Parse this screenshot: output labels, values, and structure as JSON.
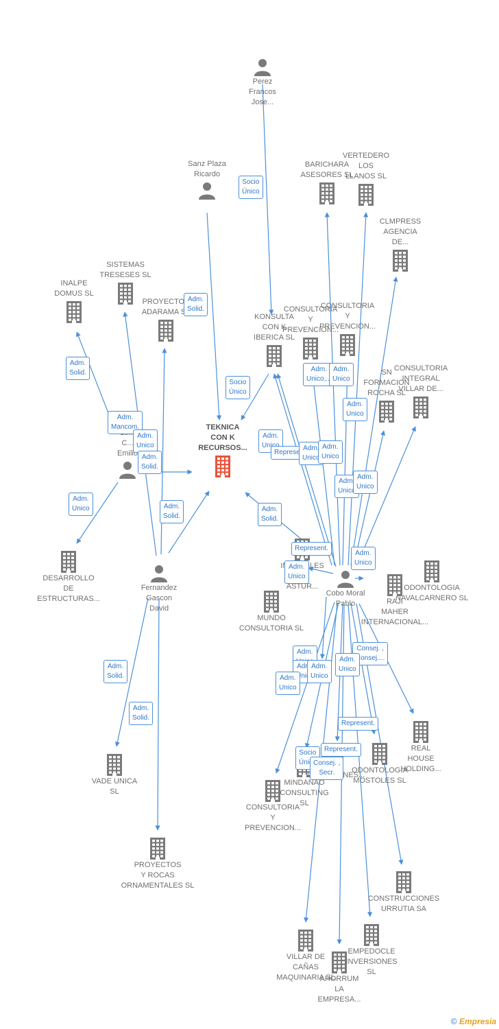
{
  "colors": {
    "edge": "#4a90d9",
    "icon": "#7a7a7a",
    "center_icon": "#e8533a",
    "label": "#6f6f6f"
  },
  "nodes": [
    {
      "id": "perez",
      "kind": "person",
      "label": "Perez\nFrancos\nJose..."
    },
    {
      "id": "sanz",
      "kind": "person",
      "label": "Sanz Plaza\nRicardo"
    },
    {
      "id": "lopez",
      "kind": "person",
      "label": "Lo...\nC...\nEmilio"
    },
    {
      "id": "fernandez",
      "kind": "person",
      "label": "Fernandez\nGascon\nDavid"
    },
    {
      "id": "cobo",
      "kind": "person",
      "label": "Cobo Moral\nPablo"
    },
    {
      "id": "teknica",
      "kind": "company",
      "center": true,
      "label": "TEKNICA\nCON K\nRECURSOS..."
    },
    {
      "id": "barichara",
      "kind": "company",
      "label": "BARICHARA\nASESORES SL"
    },
    {
      "id": "vertedero",
      "kind": "company",
      "label": "VERTEDERO\nLOS\nLLANOS SL"
    },
    {
      "id": "clmpress",
      "kind": "company",
      "label": "CLMPRESS\nAGENCIA\nDE..."
    },
    {
      "id": "sistemas",
      "kind": "company",
      "label": "SISTEMAS\nTRESESES SL"
    },
    {
      "id": "inalpe",
      "kind": "company",
      "label": "INALPE\nDOMUS SL"
    },
    {
      "id": "proyectos_adarama",
      "kind": "company",
      "label": "PROYECTOS\nADARAMA SL"
    },
    {
      "id": "konsulta",
      "kind": "company",
      "label": "KONSULTA\nCON K\nIBERICA SL"
    },
    {
      "id": "consultoria1",
      "kind": "company",
      "label": "CONSULTORIA\nY\nPREVENCION..."
    },
    {
      "id": "consultoria2",
      "kind": "company",
      "label": "CONSULTORIA\nY\nPREVENCION..."
    },
    {
      "id": "sn_formacion",
      "kind": "company",
      "label": "SN\nFORMACION\nROCHA SL"
    },
    {
      "id": "consultoria_integral",
      "kind": "company",
      "label": "CONSULTORIA\nINTEGRAL\nVILLAR DE..."
    },
    {
      "id": "desarrollo",
      "kind": "company",
      "label": "DESARROLLO\nDE\nESTRUCTURAS..."
    },
    {
      "id": "inmuebles",
      "kind": "company",
      "label": "INMUEBLES\nC...\nASTUR..."
    },
    {
      "id": "mundo",
      "kind": "company",
      "label": "MUNDO\nCONSULTORIA SL"
    },
    {
      "id": "odontologia_nav",
      "kind": "company",
      "label": "ODONTOLOGIA\nNAVALCARNERO SL"
    },
    {
      "id": "raji",
      "kind": "company",
      "label": "RAJI\nMAHER\nINTERNACIONAL..."
    },
    {
      "id": "vade",
      "kind": "company",
      "label": "VADE UNICA\nSL"
    },
    {
      "id": "proyectos_rocas",
      "kind": "company",
      "label": "PROYECTOS\nY ROCAS\nORNAMENTALES SL"
    },
    {
      "id": "real_house",
      "kind": "company",
      "label": "REAL\nHOUSE\nHOLDING..."
    },
    {
      "id": "mindanao",
      "kind": "company",
      "label": "MINDANAO\nCONSULTING\nSL"
    },
    {
      "id": "consultoria3",
      "kind": "company",
      "label": "CONSULTORIA\nY\nPREVENCION..."
    },
    {
      "id": "inversiones",
      "kind": "company",
      "label": "INVERSIONES..."
    },
    {
      "id": "odontologia_mostoles",
      "kind": "company",
      "label": "ODONTOLOGIA\nMOSTOLES SL"
    },
    {
      "id": "construcciones",
      "kind": "company",
      "label": "CONSTRUCCIONES\nURRUTIA SA"
    },
    {
      "id": "villar",
      "kind": "company",
      "label": "VILLAR DE\nCAÑAS\nMAQUINARIA SL"
    },
    {
      "id": "ahorrum",
      "kind": "company",
      "label": "AHORRUM\nLA\nEMPRESA..."
    },
    {
      "id": "empedocle",
      "kind": "company",
      "label": "EMPEDOCLE\nINVERSIONES\nSL"
    }
  ],
  "relations": [
    {
      "id": "r1",
      "text": "Socio\nÚnico"
    },
    {
      "id": "r2",
      "text": "Adm.\nSolid."
    },
    {
      "id": "r3",
      "text": "Socio\nÚnico"
    },
    {
      "id": "r4",
      "text": "Adm.\nSolid."
    },
    {
      "id": "r5",
      "text": "Adm.\nMancom."
    },
    {
      "id": "r6",
      "text": "Adm.\nUnico"
    },
    {
      "id": "r7",
      "text": "Adm.\nSolid."
    },
    {
      "id": "r8",
      "text": "Adm.\nUnico"
    },
    {
      "id": "r9",
      "text": "Adm.\nSolid."
    },
    {
      "id": "r10",
      "text": "Adm.\nSolid."
    },
    {
      "id": "r11",
      "text": "Adm.\nUnico,..."
    },
    {
      "id": "r12",
      "text": "Adm.\nUnico"
    },
    {
      "id": "r13",
      "text": "Adm.\nUnico"
    },
    {
      "id": "r14",
      "text": "Adm.\nUnico"
    },
    {
      "id": "r15",
      "text": "Represent."
    },
    {
      "id": "r16",
      "text": "Adm.\nUnico"
    },
    {
      "id": "r17",
      "text": "Adm.\nUnico"
    },
    {
      "id": "r18",
      "text": "Adm.\nUnico"
    },
    {
      "id": "r19",
      "text": "Adm.\nUnico"
    },
    {
      "id": "r20",
      "text": "Adm.\nSolid."
    },
    {
      "id": "r21",
      "text": "Represent."
    },
    {
      "id": "r22",
      "text": "Adm.\nUnico"
    },
    {
      "id": "r23",
      "text": "Adm.\nUnico"
    },
    {
      "id": "r24",
      "text": "Adm.\nSolid."
    },
    {
      "id": "r25",
      "text": "Adm.\nSolid."
    },
    {
      "id": "r26",
      "text": "Consej. ,\nConsej...."
    },
    {
      "id": "r27",
      "text": "Adm.\nUnico"
    },
    {
      "id": "r28",
      "text": "Adm.\nUnico"
    },
    {
      "id": "r29",
      "text": "Adm.\nUnico"
    },
    {
      "id": "r30",
      "text": "Adm.\nUnico"
    },
    {
      "id": "r31",
      "text": "Adm.\nUnico"
    },
    {
      "id": "r32",
      "text": "Represent."
    },
    {
      "id": "r33",
      "text": "Represent."
    },
    {
      "id": "r34",
      "text": "Socio\nÚnico"
    },
    {
      "id": "r35",
      "text": "Consej. ,\nSecr."
    }
  ],
  "footer": {
    "copyright": "©",
    "brand": "Empresia"
  }
}
